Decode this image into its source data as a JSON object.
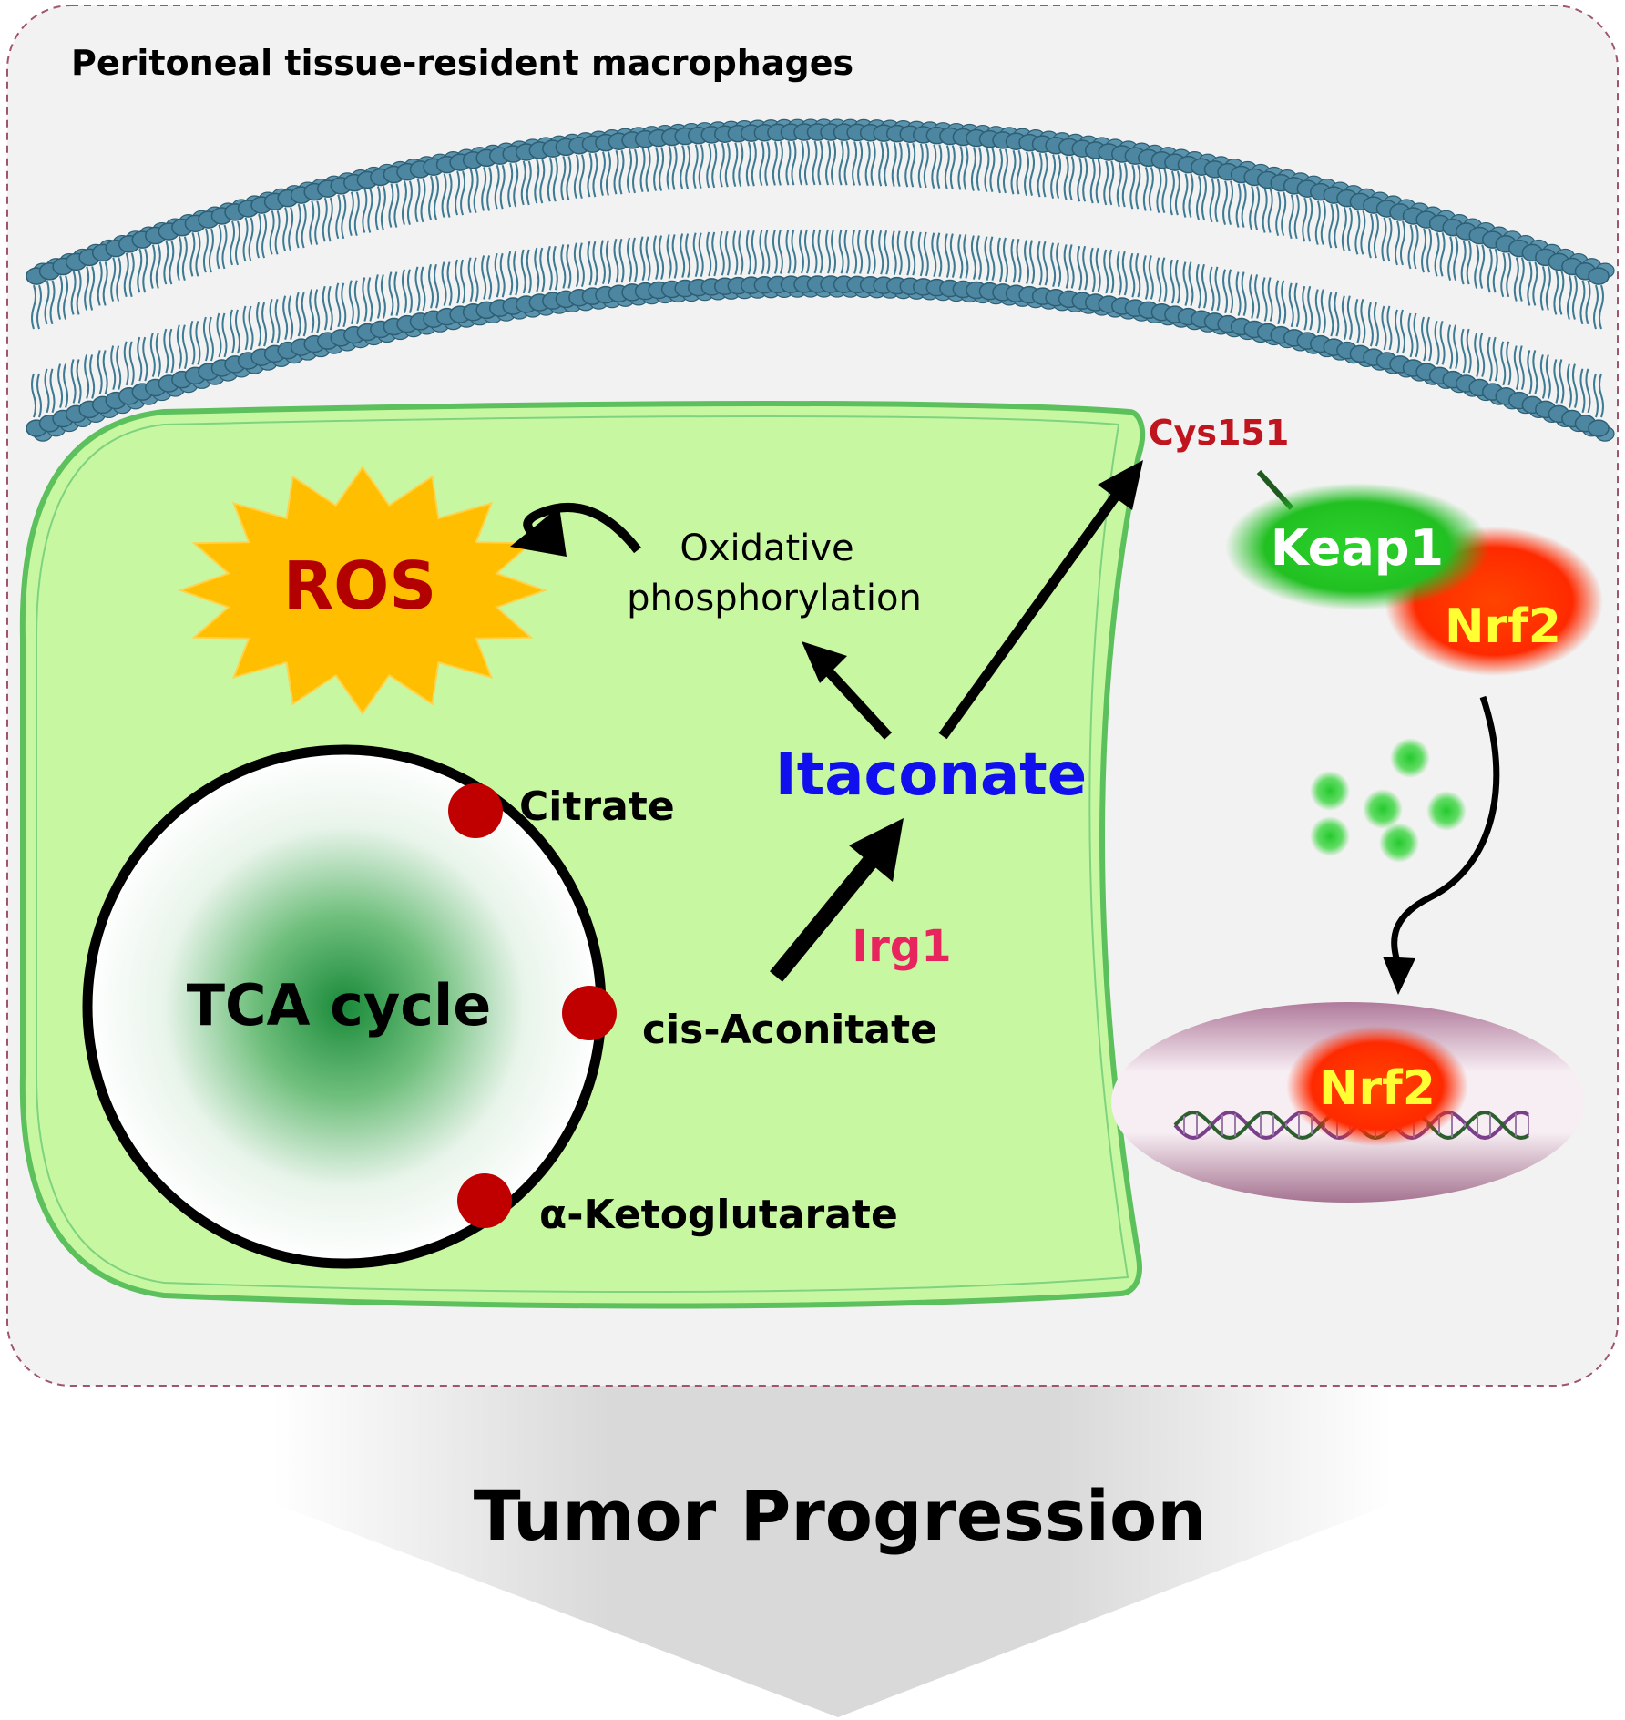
{
  "panel_title": "Peritoneal tissue-resident macrophages",
  "ros_label": "ROS",
  "oxphos_label_line1": "Oxidative",
  "oxphos_label_line2": "phosphorylation",
  "itaconate_label": "Itaconate",
  "tca_label": "TCA cycle",
  "metabolites": {
    "citrate": "Citrate",
    "cis_aconitate": "cis-Aconitate",
    "a_ketoglutarate": "α-Ketoglutarate"
  },
  "enzyme_label": "Irg1",
  "cys_label": "Cys151",
  "keap1_label": "Keap1",
  "nrf2_label": "Nrf2",
  "nucleus_nrf2_label": "Nrf2",
  "outcome_label": "Tumor Progression",
  "colors": {
    "panel_bg": "#f2f2f2",
    "panel_border": "#a0566a",
    "membrane": "#3f7a93",
    "mito_fill": "#c8f7a2",
    "mito_border": "#5cc05c",
    "ros_fill": "#ffbf00",
    "ros_text": "#b30000",
    "itaconate": "#1010ee",
    "irg1": "#e8245f",
    "cys151": "#c0141e",
    "keap1": "#2ec72e",
    "nrf2": "#ff3300",
    "nrf2_text": "#ffff33",
    "metabolite_dot": "#c00000",
    "nucleus": "#cfa3bb"
  }
}
